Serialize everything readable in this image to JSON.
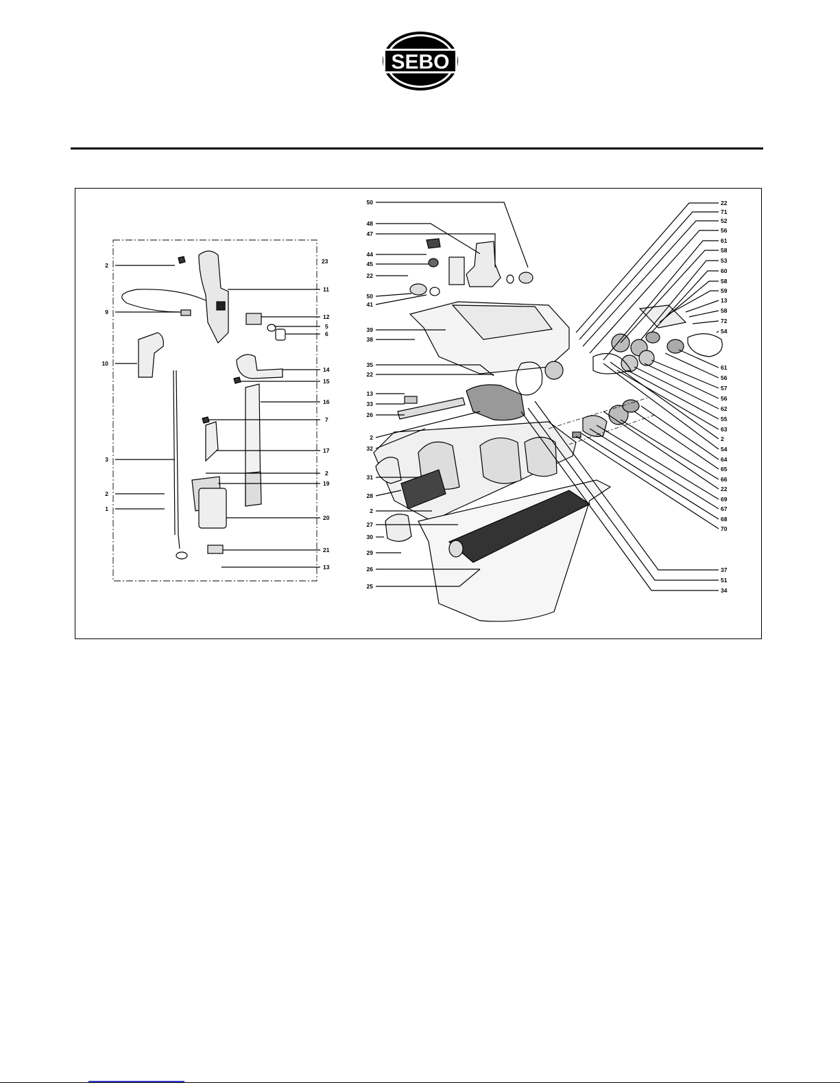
{
  "brand": {
    "name": "SEBO"
  },
  "colors": {
    "ink": "#000000",
    "paper": "#ffffff",
    "link": "#3a3ad8"
  },
  "left_panel": {
    "left_labels": [
      "2",
      "9",
      "10",
      "3",
      "2",
      "1"
    ],
    "right_labels": [
      "23",
      "11",
      "12",
      "5",
      "6",
      "14",
      "15",
      "16",
      "7",
      "17",
      "2",
      "19",
      "20",
      "21",
      "13"
    ]
  },
  "right_panel": {
    "left_labels": [
      "50",
      "48",
      "47",
      "44",
      "45",
      "22",
      "50",
      "41",
      "39",
      "38",
      "35",
      "22",
      "13",
      "33",
      "26",
      "2",
      "32",
      "31",
      "28",
      "2",
      "27",
      "30",
      "29",
      "26",
      "25"
    ],
    "right_labels": [
      "22",
      "71",
      "52",
      "56",
      "61",
      "58",
      "53",
      "60",
      "58",
      "59",
      "13",
      "58",
      "72",
      "54",
      "61",
      "56",
      "57",
      "56",
      "62",
      "55",
      "63",
      "2",
      "54",
      "64",
      "65",
      "66",
      "22",
      "69",
      "67",
      "68",
      "70",
      "37",
      "51",
      "34"
    ]
  }
}
